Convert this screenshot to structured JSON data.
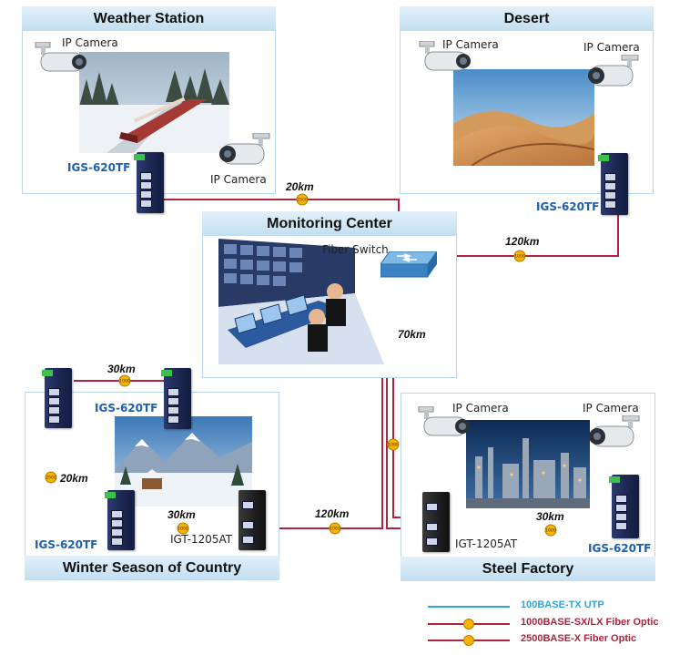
{
  "sites": {
    "weather_station": {
      "title": "Weather Station"
    },
    "desert": {
      "title": "Desert"
    },
    "monitoring_center": {
      "title": "Monitoring Center"
    },
    "winter": {
      "title": "Winter Season of Country"
    },
    "steel": {
      "title": "Steel Factory"
    }
  },
  "labels": {
    "ip_camera": "IP Camera",
    "fiber_switch": "Fiber Switch",
    "igs_620tf": "IGS-620TF",
    "igt_1205at": "IGT-1205AT"
  },
  "distances": {
    "ws_to_center": "20km",
    "desert_to_center": "120km",
    "center_to_steel": "70km",
    "winter_top": "30km",
    "winter_left": "20km",
    "winter_mid": "30km",
    "winter_to_center": "120km",
    "steel_inner": "30km"
  },
  "badges": {
    "b2500": "2500",
    "b1000": "1000"
  },
  "legend": [
    {
      "text": "100BASE-TX UTP",
      "color": "#2fa6d6",
      "dot": false
    },
    {
      "text": "1000BASE-SX/LX Fiber Optic",
      "color": "#b0233e",
      "dot": true
    },
    {
      "text": "2500BASE-X Fiber Optic",
      "color": "#b0233e",
      "dot": true
    }
  ],
  "colors": {
    "utp": "#2fa6d6",
    "fiber": "#b0233e",
    "badge": "#f5b300",
    "model_label": "#1e5fb0"
  }
}
